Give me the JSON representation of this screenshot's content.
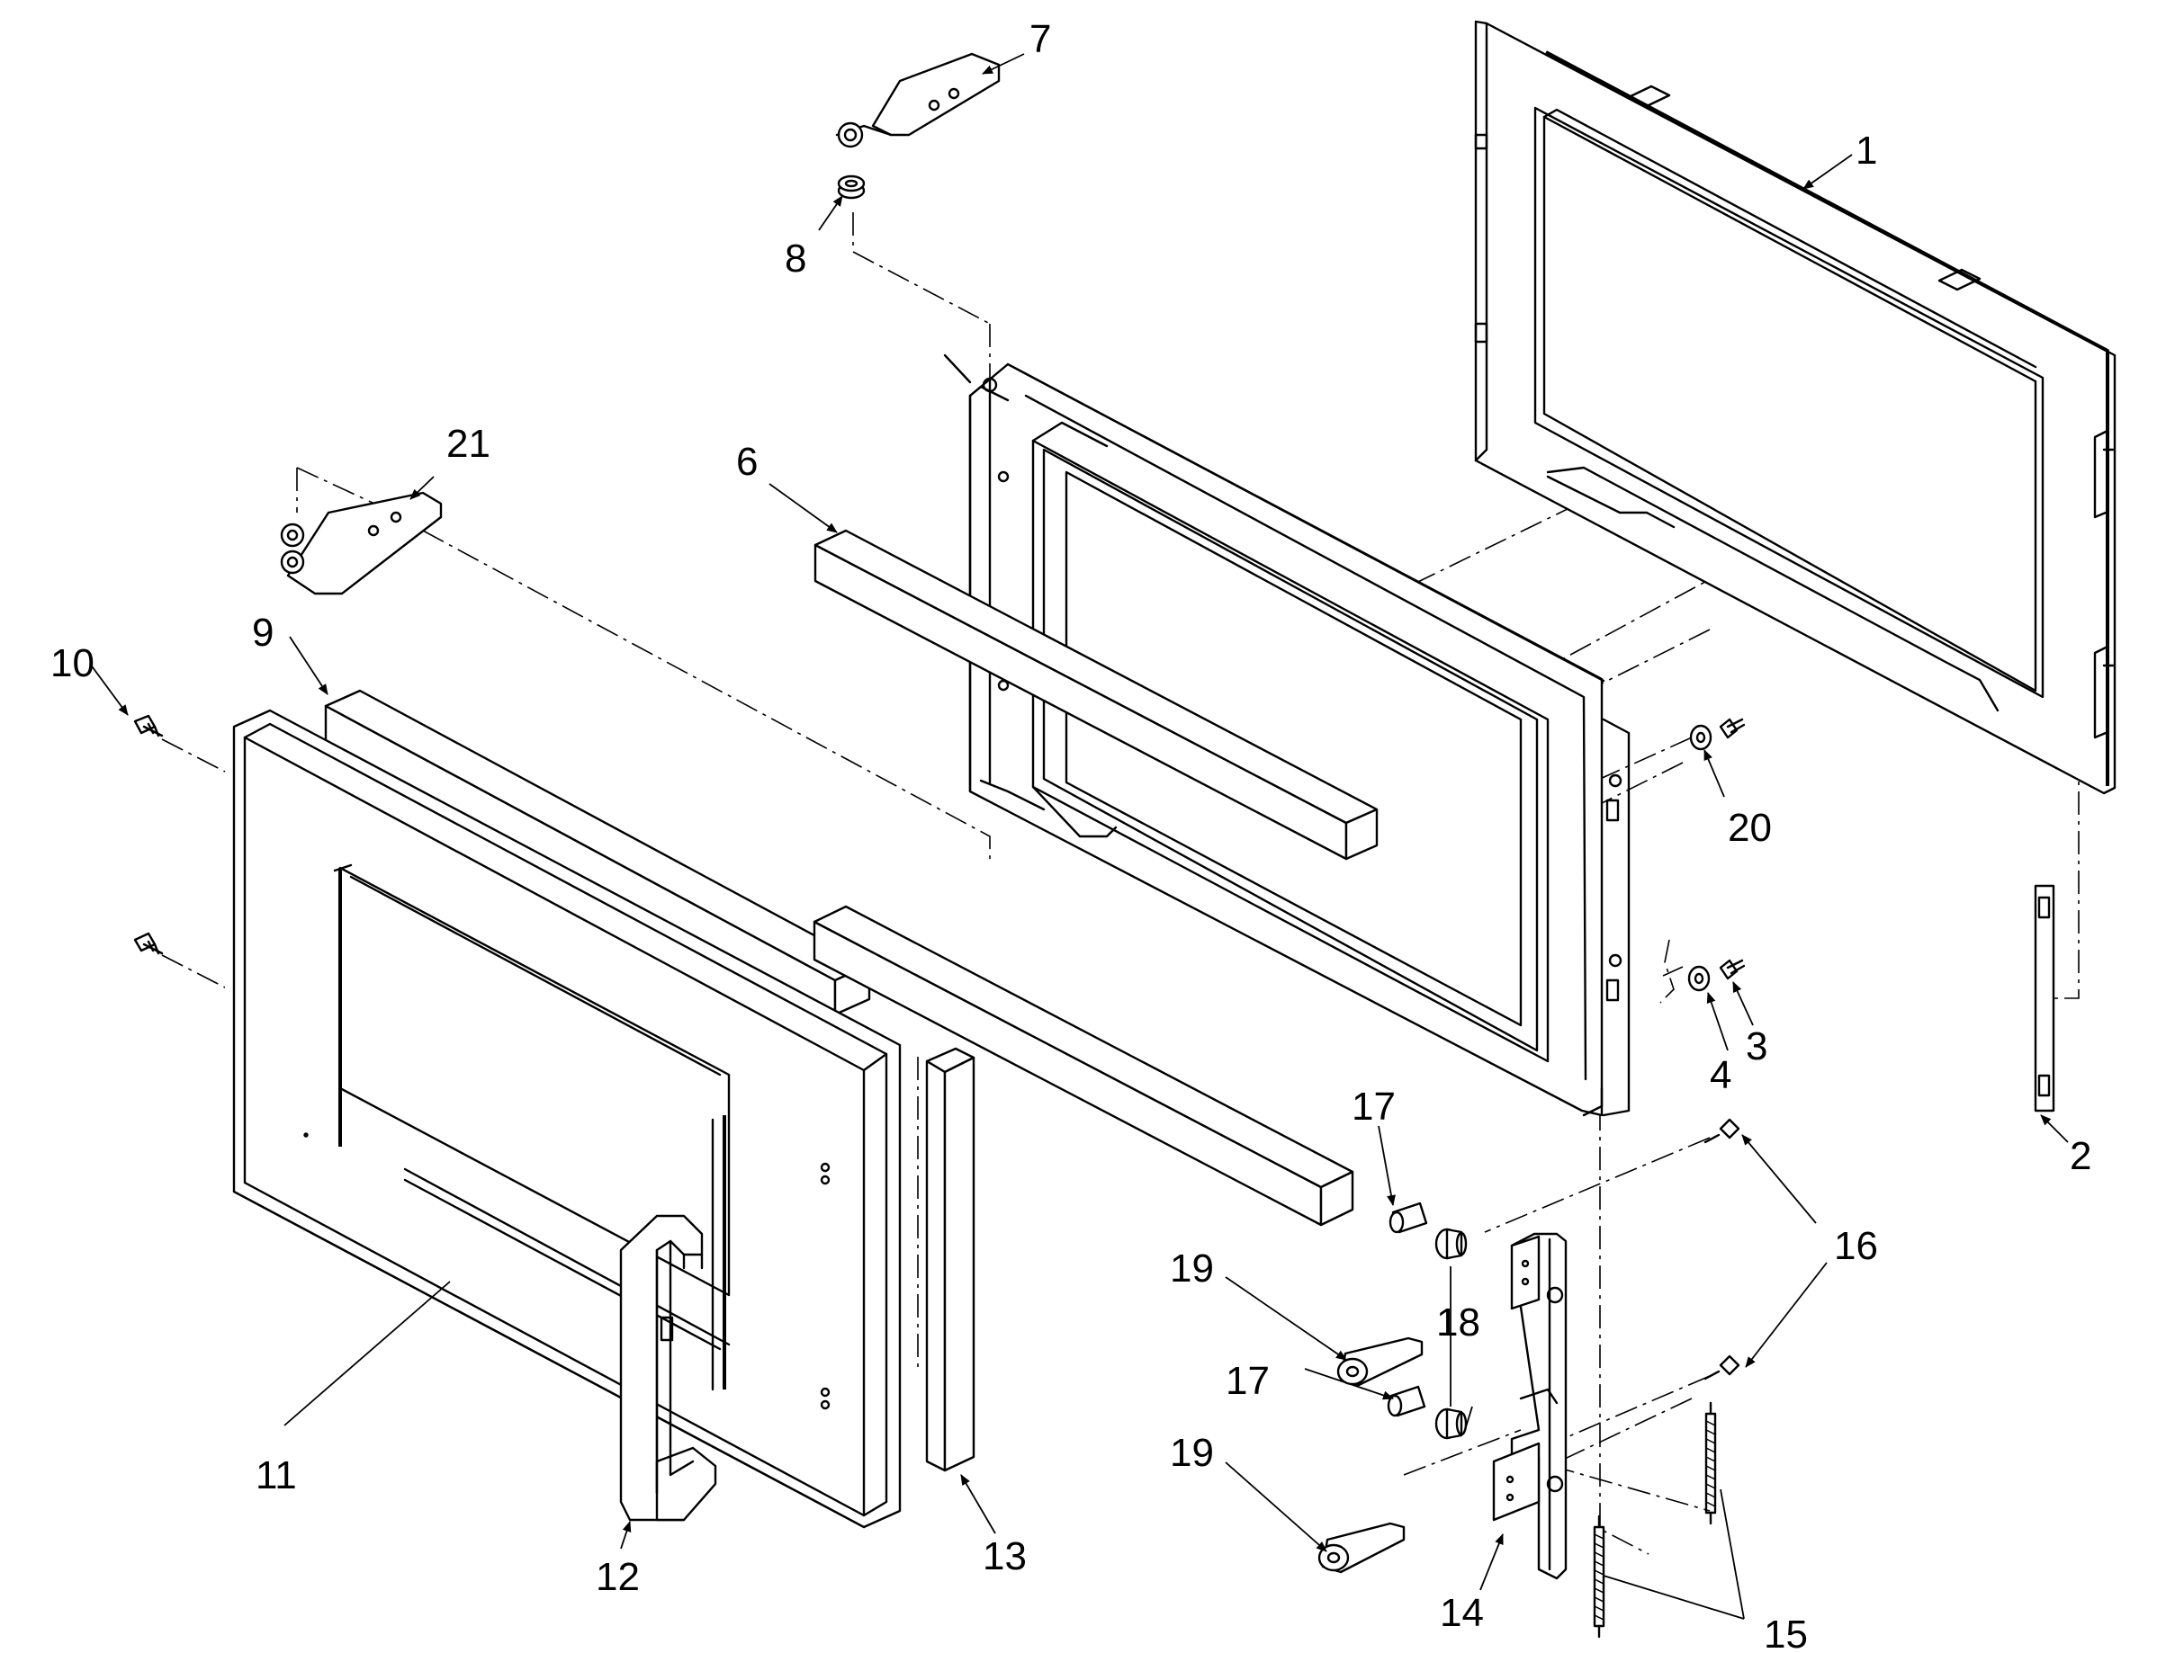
{
  "parts": [
    {
      "id": "frame-1",
      "number": "1"
    },
    {
      "id": "strap-2",
      "number": "2"
    },
    {
      "id": "screw-3",
      "number": "3"
    },
    {
      "id": "washer-4",
      "number": "4"
    },
    {
      "id": "seal-6",
      "number": "6"
    },
    {
      "id": "hinge-7",
      "number": "7"
    },
    {
      "id": "bushing-8",
      "number": "8"
    },
    {
      "id": "seal-9",
      "number": "9"
    },
    {
      "id": "screw-10",
      "number": "10"
    },
    {
      "id": "door-11",
      "number": "11"
    },
    {
      "id": "handle-12",
      "number": "12"
    },
    {
      "id": "seal-13",
      "number": "13"
    },
    {
      "id": "latch-14",
      "number": "14"
    },
    {
      "id": "spring-15",
      "number": "15"
    },
    {
      "id": "screw-16",
      "number": "16"
    },
    {
      "id": "pin-17",
      "number": "17"
    },
    {
      "id": "washer-18",
      "number": "18"
    },
    {
      "id": "lever-19",
      "number": "19"
    },
    {
      "id": "washer-20",
      "number": "20"
    },
    {
      "id": "hinge-21",
      "number": "21"
    }
  ]
}
